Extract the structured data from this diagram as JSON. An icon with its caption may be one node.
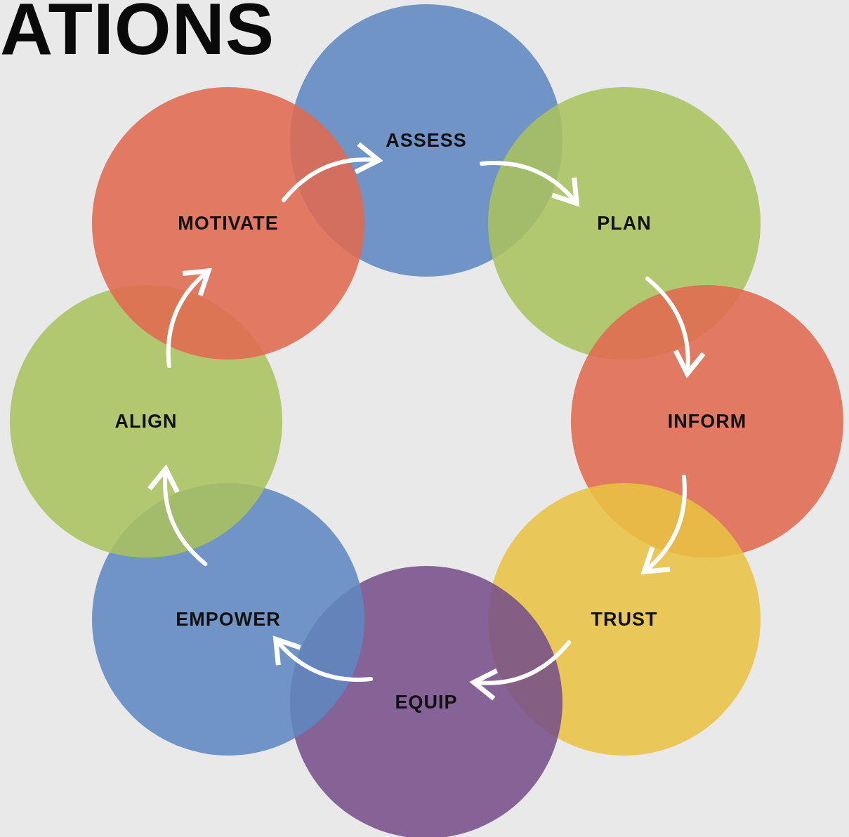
{
  "diagram": {
    "title": "ATIONS",
    "nodes": [
      {
        "text": [
          "ASSESS"
        ]
      },
      {
        "text": [
          "PLAN"
        ]
      },
      {
        "text": [
          "INFORM"
        ]
      },
      {
        "text": [
          "TRUST"
        ]
      },
      {
        "text": [
          "EQUIP"
        ]
      },
      {
        "text": [
          "EMPOWER"
        ]
      },
      {
        "text": [
          "ALIGN"
        ]
      },
      {
        "text": [
          "MOTIVATE"
        ]
      }
    ],
    "edges": [
      {
        "from": 0,
        "to": 1,
        "arrow": "to"
      },
      {
        "from": 1,
        "to": 2,
        "arrow": "to"
      },
      {
        "from": 2,
        "to": 3,
        "arrow": "to"
      },
      {
        "from": 3,
        "to": 4,
        "arrow": "to"
      },
      {
        "from": 4,
        "to": 5,
        "arrow": "to"
      },
      {
        "from": 5,
        "to": 6,
        "arrow": "to"
      },
      {
        "from": 6,
        "to": 7,
        "arrow": "to"
      },
      {
        "from": 7,
        "to": 0,
        "arrow": "to"
      }
    ]
  }
}
